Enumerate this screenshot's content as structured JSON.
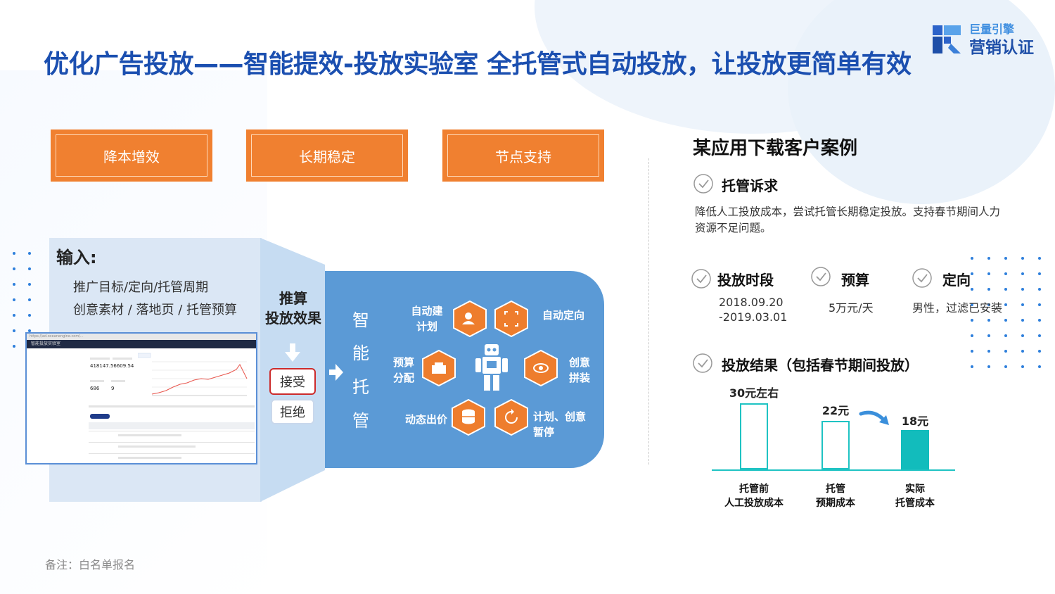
{
  "title": "优化广告投放——智能提效-投放实验室 全托管式自动投放，让投放更简单有效",
  "logo": {
    "line1": "巨量引擎",
    "line2": "营销认证"
  },
  "top_buttons": [
    "降本增效",
    "长期稳定",
    "节点支持"
  ],
  "input": {
    "title": "输入:",
    "line1": "推广目标/定向/托管周期",
    "line2": "创意素材 / 落地页 / 托管预算"
  },
  "screenshot": {
    "url": "https://ad.oceanengine.com/...",
    "header": "智能投放实验室",
    "value1": "418147.56609.54",
    "value2": "686",
    "value3": "9"
  },
  "calc": {
    "line1": "推算",
    "line2": "投放效果"
  },
  "decision": {
    "accept": "接受",
    "reject": "拒绝"
  },
  "smart": {
    "chars": [
      "智",
      "能",
      "托",
      "管"
    ],
    "features": {
      "auto_build": [
        "自动建",
        "计划"
      ],
      "auto_target": "自动定向",
      "budget": [
        "预算",
        "分配"
      ],
      "creative": [
        "创意",
        "拼装"
      ],
      "bid": "动态出价",
      "pause": [
        "计划、创意",
        "暂停"
      ]
    }
  },
  "case": {
    "title": "某应用下载客户案例",
    "demand_title": "托管诉求",
    "demand_desc": "降低人工投放成本，尝试托管长期稳定投放。支持春节期间人力资源不足问题。",
    "period_title": "投放时段",
    "period_value1": "2018.09.20",
    "period_value2": "-2019.03.01",
    "budget_title": "预算",
    "budget_value": "5万元/天",
    "target_title": "定向",
    "target_value": "男性，过滤已安装",
    "result_title": "投放结果（包括春节期间投放）"
  },
  "chart_data": {
    "type": "bar",
    "categories": [
      "托管前 人工投放成本",
      "托管 预期成本",
      "实际 托管成本"
    ],
    "values": [
      30,
      22,
      18
    ],
    "value_labels": [
      "30元左右",
      "22元",
      "18元"
    ],
    "category_lines": [
      [
        "托管前",
        "人工投放成本"
      ],
      [
        "托管",
        "预期成本"
      ],
      [
        "实际",
        "托管成本"
      ]
    ],
    "highlight_color": "#12bcbc",
    "outline_color": "#1fc3c3"
  },
  "note": "备注：白名单报名"
}
